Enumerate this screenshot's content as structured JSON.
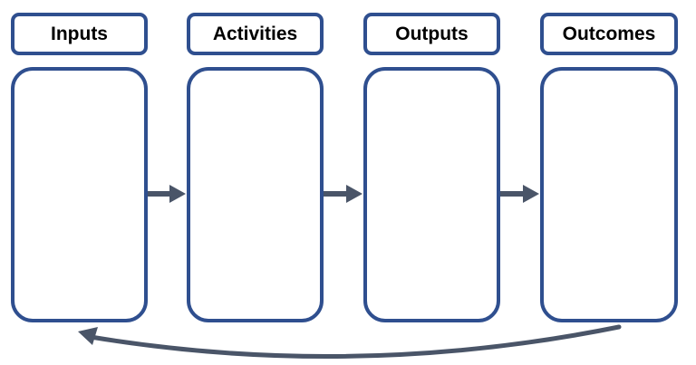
{
  "stages": [
    {
      "id": "inputs",
      "title": "Inputs"
    },
    {
      "id": "activities",
      "title": "Activities"
    },
    {
      "id": "outputs",
      "title": "Outputs"
    },
    {
      "id": "outcomes",
      "title": "Outcomes"
    }
  ],
  "colors": {
    "border": "#2f4f8f",
    "arrow": "#4a5568",
    "text": "#000000",
    "background": "#ffffff"
  }
}
